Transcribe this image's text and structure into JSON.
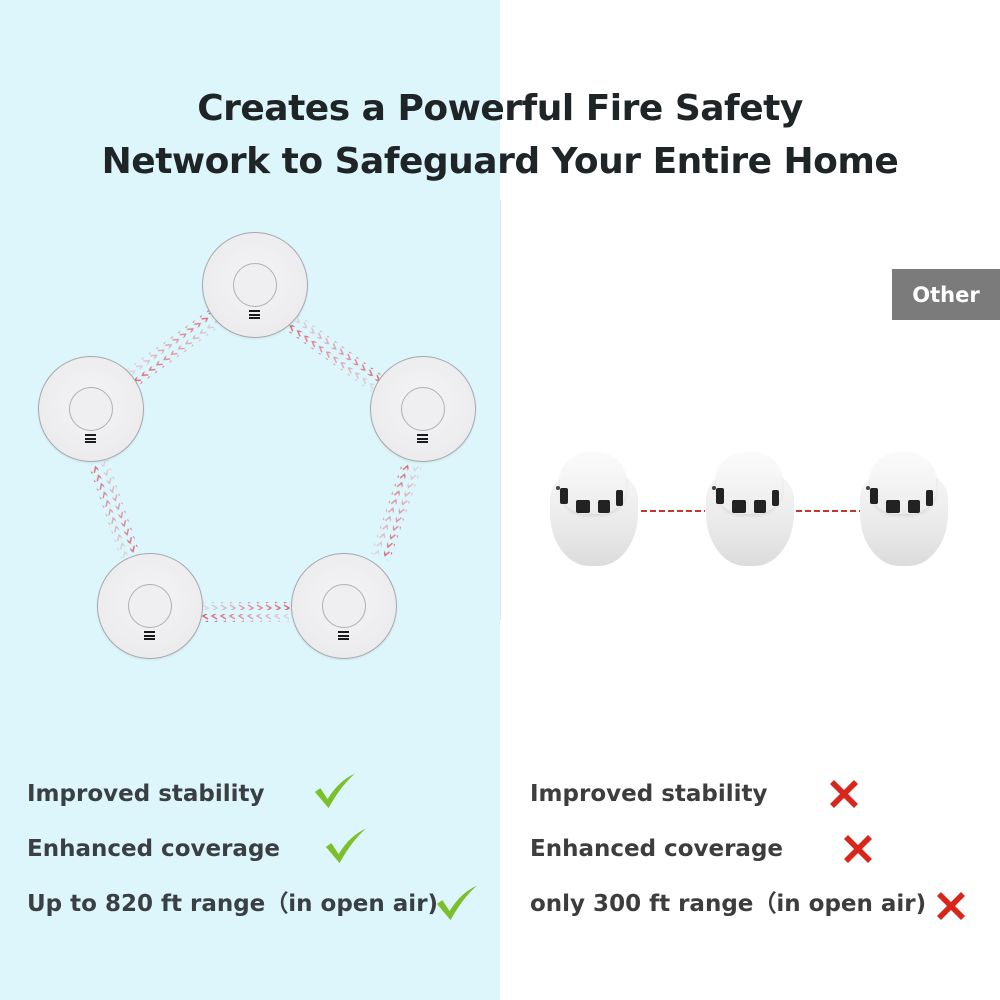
{
  "title": {
    "line1": "Creates a Powerful Fire Safety",
    "line2": "Network to Safeguard Your Entire Home"
  },
  "comparison": {
    "right_label": "Other"
  },
  "left_features": [
    {
      "label": "Improved stability",
      "icon": "check-icon",
      "color": "#7bbf2a"
    },
    {
      "label": "Enhanced coverage",
      "icon": "check-icon",
      "color": "#7bbf2a"
    },
    {
      "label": "Up to 820 ft range（in open air)",
      "icon": "check-icon",
      "color": "#7bbf2a"
    }
  ],
  "right_features": [
    {
      "label": "Improved stability",
      "icon": "cross-icon",
      "color": "#d9261c"
    },
    {
      "label": "Enhanced coverage",
      "icon": "cross-icon",
      "color": "#d9261c"
    },
    {
      "label": "only 300 ft range（in open air)",
      "icon": "cross-icon",
      "color": "#d9261c"
    }
  ],
  "colors": {
    "left_background": "#dcf6fc",
    "right_background": "#ffffff",
    "badge": "#7b7b7b",
    "link_arrows": "#e06070",
    "dashed_link": "#c0392b"
  }
}
